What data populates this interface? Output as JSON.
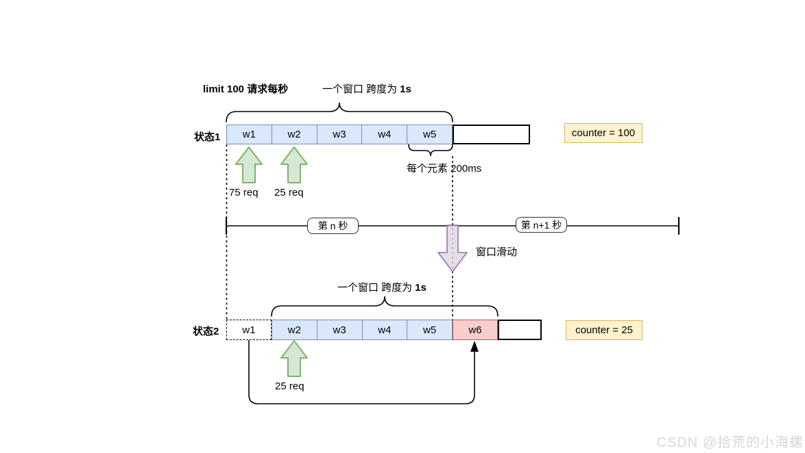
{
  "diagram": {
    "state1": {
      "name": "状态1",
      "limit_label": "limit 100 请求每秒",
      "window_label": "一个窗口 跨度为",
      "window_label_bold": "1s",
      "cells": [
        "w1",
        "w2",
        "w3",
        "w4",
        "w5"
      ],
      "req_labels": [
        "75 req",
        "25 req"
      ],
      "cell_duration_label": "每个元素 200ms",
      "counter_label": "counter = 100"
    },
    "timeline": {
      "label_second_n": "第 n 秒",
      "label_second_n_plus_1": "第 n+1 秒",
      "slide_label": "窗口滑动"
    },
    "state2": {
      "name": "状态2",
      "window_label": "一个窗口 跨度为",
      "window_label_bold": "1s",
      "expired_cell": "w1",
      "cells": [
        "w2",
        "w3",
        "w4",
        "w5"
      ],
      "new_cell": "w6",
      "req_label": "25 req",
      "counter_label": "counter = 25"
    },
    "watermark": "CSDN @拾荒的小海螺"
  },
  "colors": {
    "cell_fill": "#dae8fc",
    "cell_border": "#6c8ebf",
    "new_cell_fill": "#f8cecc",
    "new_cell_border": "#b85450",
    "counter_fill": "#fff2cc",
    "counter_border": "#d6b656",
    "up_arrow_fill": "#d5e8d4",
    "up_arrow_border": "#82b366",
    "down_arrow_fill": "#e1d5e7",
    "down_arrow_border": "#9673a6"
  }
}
